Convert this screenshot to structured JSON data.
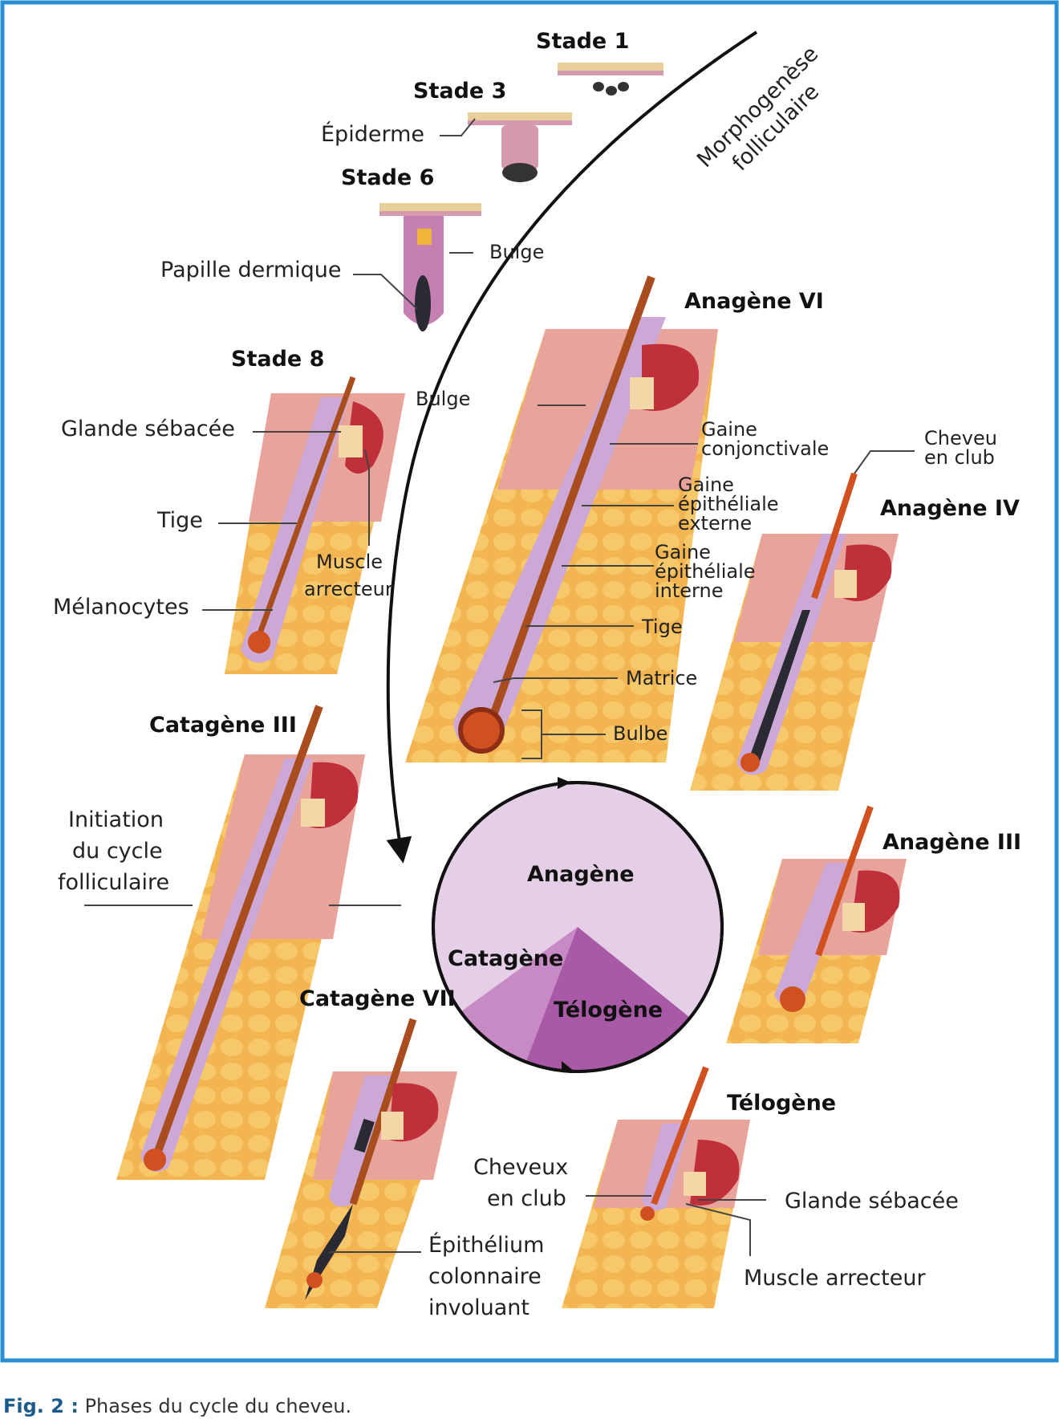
{
  "colors": {
    "frame": "#2a8fd0",
    "epidermis": "#e8a49a",
    "dermis": "#f2b552",
    "sheath": "#cba8d6",
    "hair": "#a94d1e",
    "muscle": "#c0303a",
    "gland": "#f3d7a6",
    "anagen": "#e4cfe6",
    "catagen": "#c88ac4",
    "telogen": "#a85aa6"
  },
  "labels": {
    "stade1": "Stade 1",
    "stade3": "Stade 3",
    "stade6": "Stade 6",
    "stade8": "Stade 8",
    "epiderme": "Épiderme",
    "bulge_top": "Bulge",
    "bulge_mid": "Bulge",
    "papille": "Papille dermique",
    "morpho_1": "Morphogenèse",
    "morpho_2": "folliculaire",
    "glande_s8": "Glande sébacée",
    "tige_s8": "Tige",
    "melanocytes": "Mélanocytes",
    "muscle_1": "Muscle",
    "muscle_2": "arrecteur",
    "anagene6": "Anagène VI",
    "gaine_conj_1": "Gaine",
    "gaine_conj_2": "conjonctivale",
    "gaine_ext_1": "Gaine",
    "gaine_ext_2": "épithéliale",
    "gaine_ext_3": "externe",
    "gaine_int_1": "Gaine",
    "gaine_int_2": "épithéliale",
    "gaine_int_3": "interne",
    "tige_a6": "Tige",
    "matrice": "Matrice",
    "bulbe": "Bulbe",
    "cheveu_club_1": "Cheveu",
    "cheveu_club_2": "en club",
    "anagene4": "Anagène IV",
    "catagene3": "Catagène III",
    "initiation_1": "Initiation",
    "initiation_2": "du cycle",
    "initiation_3": "folliculaire",
    "cycle_anagene": "Anagène",
    "cycle_catagene": "Catagène",
    "cycle_telogene": "Télogène",
    "anagene3": "Anagène III",
    "catagene7": "Catagène VII",
    "telogene": "Télogène",
    "cheveux_club_1": "Cheveux",
    "cheveux_club_2": "en club",
    "glande_t": "Glande sébacée",
    "muscle_t": "Muscle arrecteur",
    "epith_1": "Épithélium",
    "epith_2": "colonnaire",
    "epith_3": "involuant"
  },
  "caption": {
    "prefix": "Fig. 2 :",
    "text": " Phases du cycle du cheveu."
  }
}
